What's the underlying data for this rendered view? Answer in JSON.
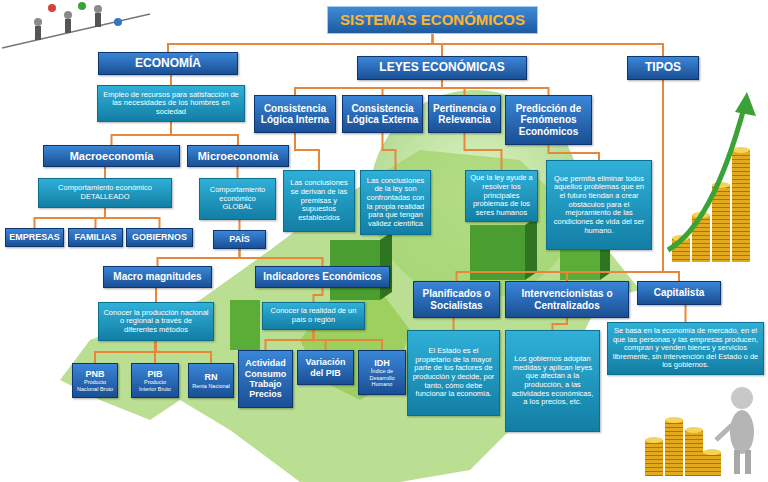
{
  "diagram": {
    "nodes": [
      {
        "text": [
          "SISTEMAS ECONÓMICOS"
        ]
      },
      {
        "text": [
          "ECONOMÍA"
        ]
      },
      {
        "text": [
          "LEYES ECONÓMICAS"
        ]
      },
      {
        "text": [
          "TIPOS"
        ]
      },
      {
        "text": [
          "Empleo de recursos para satisfacción de las necesidades de los hombres en sociedad"
        ]
      },
      {
        "text": [
          "Consistencia Lógica Interna"
        ]
      },
      {
        "text": [
          "Consistencia Lógica Externa"
        ]
      },
      {
        "text": [
          "Pertinencia o Relevancia"
        ]
      },
      {
        "text": [
          "Predicción de Fenómenos Económicos"
        ]
      },
      {
        "text": [
          "Macroeconomía"
        ]
      },
      {
        "text": [
          "Microeconomía"
        ]
      },
      {
        "text": [
          "Las conclusiones se derivan de las premisas y supuestos establecidos"
        ]
      },
      {
        "text": [
          "Las conclusiones de la ley son confrontadas con la propia realidad para que tengan validez científica"
        ]
      },
      {
        "text": [
          "Que la ley ayude a resolver los principales problemas de los seres humanos"
        ]
      },
      {
        "text": [
          "Que permita eliminar todos aquellos problemas que en el futuro tiendan a crear obstáculos para el mejoramiento de las condiciones de vida del ser humano."
        ]
      },
      {
        "text": [
          "Comportamiento económico DETALLEADO"
        ]
      },
      {
        "text": [
          "Comportamiento económico GLOBAL"
        ]
      },
      {
        "text": [
          "EMPRESAS"
        ]
      },
      {
        "text": [
          "FAMILIAS"
        ]
      },
      {
        "text": [
          "GOBIERNOS"
        ]
      },
      {
        "text": [
          "PAÍS"
        ]
      },
      {
        "text": [
          "Macro magnitudes"
        ]
      },
      {
        "text": [
          "Indicadores Económicos"
        ]
      },
      {
        "text": [
          "Planificados o Socialistas"
        ]
      },
      {
        "text": [
          "Intervencionistas o Centralizados"
        ]
      },
      {
        "text": [
          "Capitalista"
        ]
      },
      {
        "text": [
          "Conocer la producción nacional o regional a través de diferentes métodos"
        ]
      },
      {
        "text": [
          "Conocer la realidad de un país o región"
        ]
      },
      {
        "text": [
          "El Estado es el propietario de la mayor parte de los factores de producción y decide, por tanto, cómo debe funcionar la economía."
        ]
      },
      {
        "text": [
          "Los gobiernos adoptan medidas y aplican leyes que afectan a la producción, a las actividades económicas, a los precios, etc."
        ]
      },
      {
        "text": [
          "Se basa en la economía de mercado, en el que las personas y las empresas producen, compran y venden bienes y servicios libremente, sin intervención del Estado o de los gobiernos."
        ]
      },
      {
        "text": [
          "PNB",
          "Producto Nacional Bruto"
        ]
      },
      {
        "text": [
          "PIB",
          "Producto Interior Bruto"
        ]
      },
      {
        "text": [
          "RN",
          "Renta Nacional"
        ]
      },
      {
        "text": [
          "Actividad Consumo Trabajo Precios"
        ]
      },
      {
        "text": [
          "Variación del PIB"
        ]
      },
      {
        "text": [
          "IDH",
          "Índice de Desarrollo Humano"
        ]
      }
    ],
    "edges": [
      {
        "from": 0,
        "to": 1,
        "arrow": "none"
      },
      {
        "from": 0,
        "to": 2,
        "arrow": "none"
      },
      {
        "from": 0,
        "to": 3,
        "arrow": "none"
      },
      {
        "from": 1,
        "to": 4,
        "arrow": "none"
      },
      {
        "from": 2,
        "to": 5,
        "arrow": "none"
      },
      {
        "from": 2,
        "to": 6,
        "arrow": "none"
      },
      {
        "from": 2,
        "to": 7,
        "arrow": "none"
      },
      {
        "from": 2,
        "to": 8,
        "arrow": "none"
      },
      {
        "from": 3,
        "to": 23,
        "arrow": "none"
      },
      {
        "from": 3,
        "to": 24,
        "arrow": "none"
      },
      {
        "from": 3,
        "to": 25,
        "arrow": "none"
      },
      {
        "from": 4,
        "to": 9,
        "arrow": "none"
      },
      {
        "from": 4,
        "to": 10,
        "arrow": "none"
      },
      {
        "from": 5,
        "to": 11,
        "arrow": "none"
      },
      {
        "from": 6,
        "to": 12,
        "arrow": "none"
      },
      {
        "from": 7,
        "to": 13,
        "arrow": "none"
      },
      {
        "from": 8,
        "to": 14,
        "arrow": "none"
      },
      {
        "from": 9,
        "to": 15,
        "arrow": "none"
      },
      {
        "from": 10,
        "to": 16,
        "arrow": "none"
      },
      {
        "from": 15,
        "to": 17,
        "arrow": "none"
      },
      {
        "from": 15,
        "to": 18,
        "arrow": "none"
      },
      {
        "from": 15,
        "to": 19,
        "arrow": "none"
      },
      {
        "from": 16,
        "to": 20,
        "arrow": "none"
      },
      {
        "from": 20,
        "to": 21,
        "arrow": "none"
      },
      {
        "from": 20,
        "to": 22,
        "arrow": "none"
      },
      {
        "from": 21,
        "to": 26,
        "arrow": "none"
      },
      {
        "from": 22,
        "to": 27,
        "arrow": "none"
      },
      {
        "from": 23,
        "to": 28,
        "arrow": "none"
      },
      {
        "from": 24,
        "to": 29,
        "arrow": "none"
      },
      {
        "from": 25,
        "to": 30,
        "arrow": "none"
      },
      {
        "from": 26,
        "to": 31,
        "arrow": "none"
      },
      {
        "from": 26,
        "to": 32,
        "arrow": "none"
      },
      {
        "from": 26,
        "to": 33,
        "arrow": "none"
      },
      {
        "from": 27,
        "to": 34,
        "arrow": "none"
      },
      {
        "from": 27,
        "to": 35,
        "arrow": "none"
      },
      {
        "from": 27,
        "to": 36,
        "arrow": "none"
      }
    ]
  }
}
